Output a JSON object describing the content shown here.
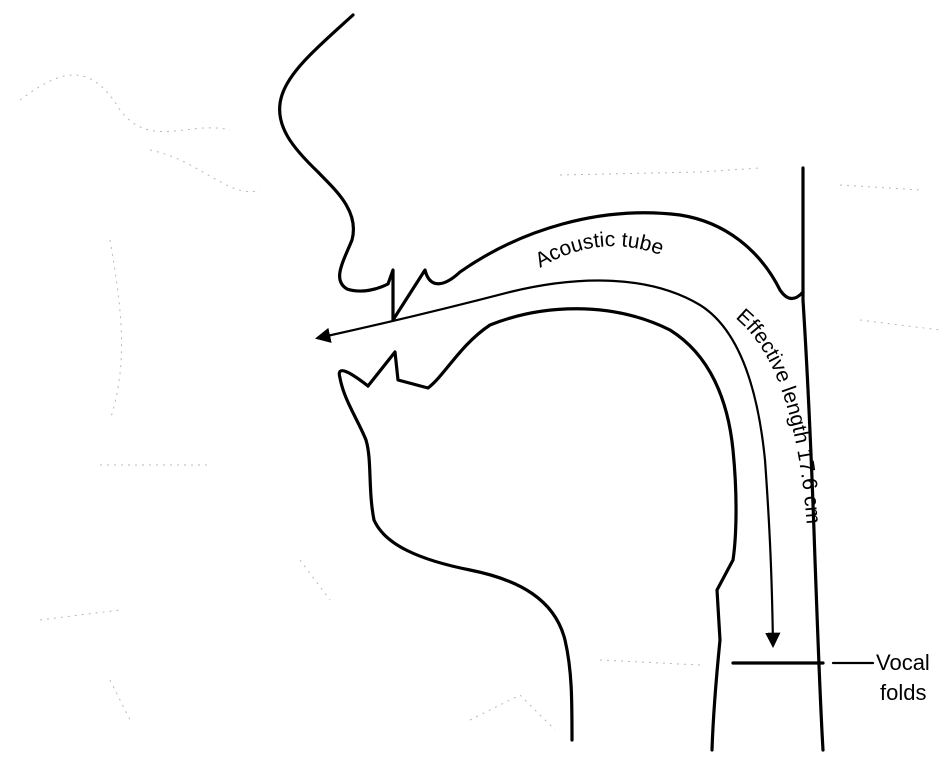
{
  "labels": {
    "acoustic_tube": "Acoustic tube",
    "effective_length": "Effective length 17.6 cm",
    "vocal_line1": "Vocal",
    "vocal_line2": "folds"
  }
}
